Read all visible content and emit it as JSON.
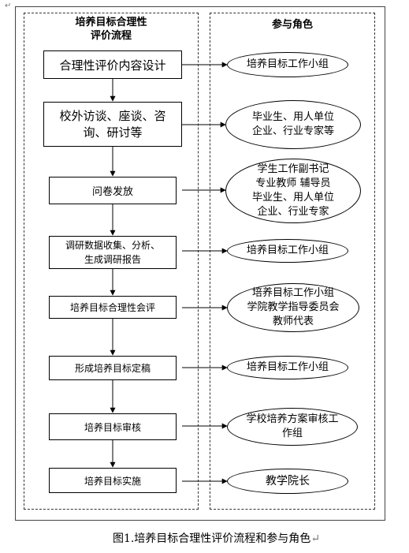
{
  "left_title_lines": [
    "培养目标合理性",
    "评价流程"
  ],
  "right_title": "参与角色",
  "steps": [
    {
      "lines": [
        "合理性评价内容设计"
      ]
    },
    {
      "lines": [
        "校外访谈、座谈、咨",
        "询、研讨等"
      ]
    },
    {
      "lines": [
        "问卷发放"
      ]
    },
    {
      "lines": [
        "调研数据收集、分析、",
        "生成调研报告"
      ]
    },
    {
      "lines": [
        "培养目标合理性会评"
      ]
    },
    {
      "lines": [
        "形成培养目标定稿"
      ]
    },
    {
      "lines": [
        "培养目标审核"
      ]
    },
    {
      "lines": [
        "培养目标实施"
      ]
    }
  ],
  "roles": [
    {
      "lines": [
        "培养目标工作小组"
      ]
    },
    {
      "lines": [
        "毕业生、用人单位",
        "企业、行业专家等"
      ]
    },
    {
      "lines": [
        "学生工作副书记",
        "专业教师  辅导员",
        "毕业生、用人单位",
        "企业、行业专家"
      ]
    },
    {
      "lines": [
        "培养目标工作小组"
      ]
    },
    {
      "lines": [
        "培养目标工作小组",
        "学院教学指导委员会",
        "教师代表"
      ]
    },
    {
      "lines": [
        "培养目标工作小组"
      ]
    },
    {
      "lines": [
        "学校培养方案审核工",
        "作组"
      ]
    },
    {
      "lines": [
        "教学院长"
      ]
    }
  ],
  "caption": "图1.培养目标合理性评价流程和参与角色",
  "corner_mark": "↵",
  "caption_mark": "↵"
}
